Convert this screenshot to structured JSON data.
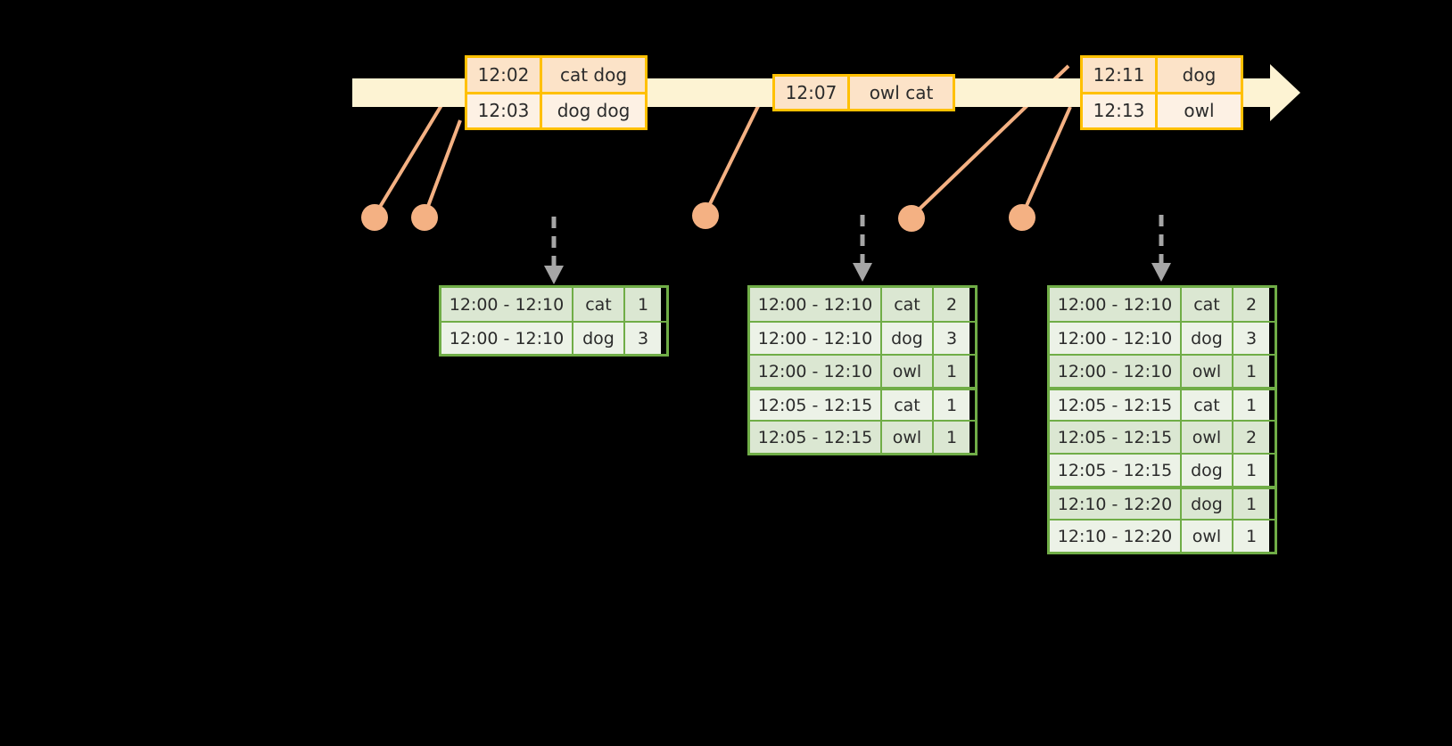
{
  "diagram": {
    "title": "sliding-window-event-aggregation",
    "colors": {
      "background": "#000000",
      "timeline_fill": "#fdf3d3",
      "event_border": "#ffc000",
      "event_fill_dark": "#fce3c8",
      "event_fill_light": "#fdf1e4",
      "table_border": "#70ad47",
      "table_fill_dark": "#dbe7d2",
      "table_fill_light": "#ecf2e7",
      "connector": "#f4b183",
      "arrow": "#a6a6a6"
    }
  },
  "timeline": {
    "name": "event-stream-timeline",
    "events": [
      {
        "name": "event-group-1",
        "rows": [
          {
            "time": "12:02",
            "payload": "cat dog"
          },
          {
            "time": "12:03",
            "payload": "dog dog"
          }
        ]
      },
      {
        "name": "event-group-2",
        "rows": [
          {
            "time": "12:07",
            "payload": "owl cat"
          }
        ]
      },
      {
        "name": "event-group-3",
        "rows": [
          {
            "time": "12:11",
            "payload": "dog"
          },
          {
            "time": "12:13",
            "payload": "owl"
          }
        ]
      }
    ]
  },
  "results": [
    {
      "name": "result-table-1",
      "rows": [
        {
          "window": "12:00 - 12:10",
          "key": "cat",
          "count": "1"
        },
        {
          "window": "12:00 - 12:10",
          "key": "dog",
          "count": "3"
        }
      ]
    },
    {
      "name": "result-table-2",
      "rows": [
        {
          "window": "12:00 - 12:10",
          "key": "cat",
          "count": "2"
        },
        {
          "window": "12:00 - 12:10",
          "key": "dog",
          "count": "3"
        },
        {
          "window": "12:00 - 12:10",
          "key": "owl",
          "count": "1"
        },
        {
          "window": "12:05 - 12:15",
          "key": "cat",
          "count": "1"
        },
        {
          "window": "12:05 - 12:15",
          "key": "owl",
          "count": "1"
        }
      ]
    },
    {
      "name": "result-table-3",
      "rows": [
        {
          "window": "12:00 - 12:10",
          "key": "cat",
          "count": "2"
        },
        {
          "window": "12:00 - 12:10",
          "key": "dog",
          "count": "3"
        },
        {
          "window": "12:00 - 12:10",
          "key": "owl",
          "count": "1"
        },
        {
          "window": "12:05 - 12:15",
          "key": "cat",
          "count": "1"
        },
        {
          "window": "12:05 - 12:15",
          "key": "owl",
          "count": "2"
        },
        {
          "window": "12:05 - 12:15",
          "key": "dog",
          "count": "1"
        },
        {
          "window": "12:10 - 12:20",
          "key": "dog",
          "count": "1"
        },
        {
          "window": "12:10 - 12:20",
          "key": "owl",
          "count": "1"
        }
      ]
    }
  ]
}
